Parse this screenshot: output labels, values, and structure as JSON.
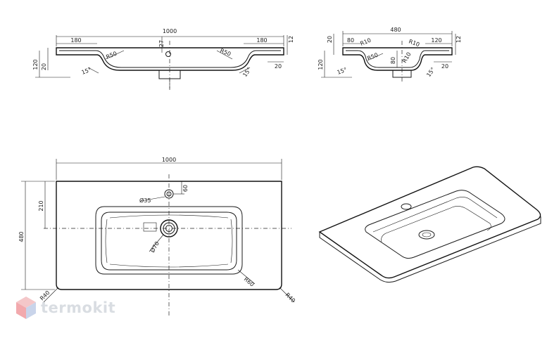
{
  "brand": {
    "name": "termokit",
    "colors": {
      "hex_top": "#f4c7c9",
      "hex_left": "#f2a9ad",
      "hex_right": "#c9d4ea",
      "text": "#d9dde2"
    }
  },
  "section_front": {
    "total_width": "1000",
    "left_edge": "180",
    "right_edge": "180",
    "tap_offset": "27",
    "depth_total": "120",
    "rim": "20",
    "rim_right": "20",
    "thickness": "12",
    "radius_left": "R50",
    "radius_right": "R50",
    "angle_left": "15°",
    "angle_right": "15°"
  },
  "section_side": {
    "total_width": "480",
    "left_ledge": "80",
    "right_ledge": "120",
    "thickness": "12",
    "rim": "20",
    "rim_right": "20",
    "depth_total": "120",
    "radius_a": "R10",
    "radius_b": "R10",
    "radius_c": "R50",
    "radius_d": "R10",
    "inner_depth": "80",
    "angle_left": "15°",
    "angle_right": "15°"
  },
  "plan": {
    "width": "1000",
    "depth": "480",
    "drain_axis": "210",
    "tap_hole": "Ø35",
    "tap_offset": "60",
    "drain_hole": "Ø70",
    "corner_left": "R40",
    "corner_right": "R40",
    "basin_corner": "R60"
  }
}
